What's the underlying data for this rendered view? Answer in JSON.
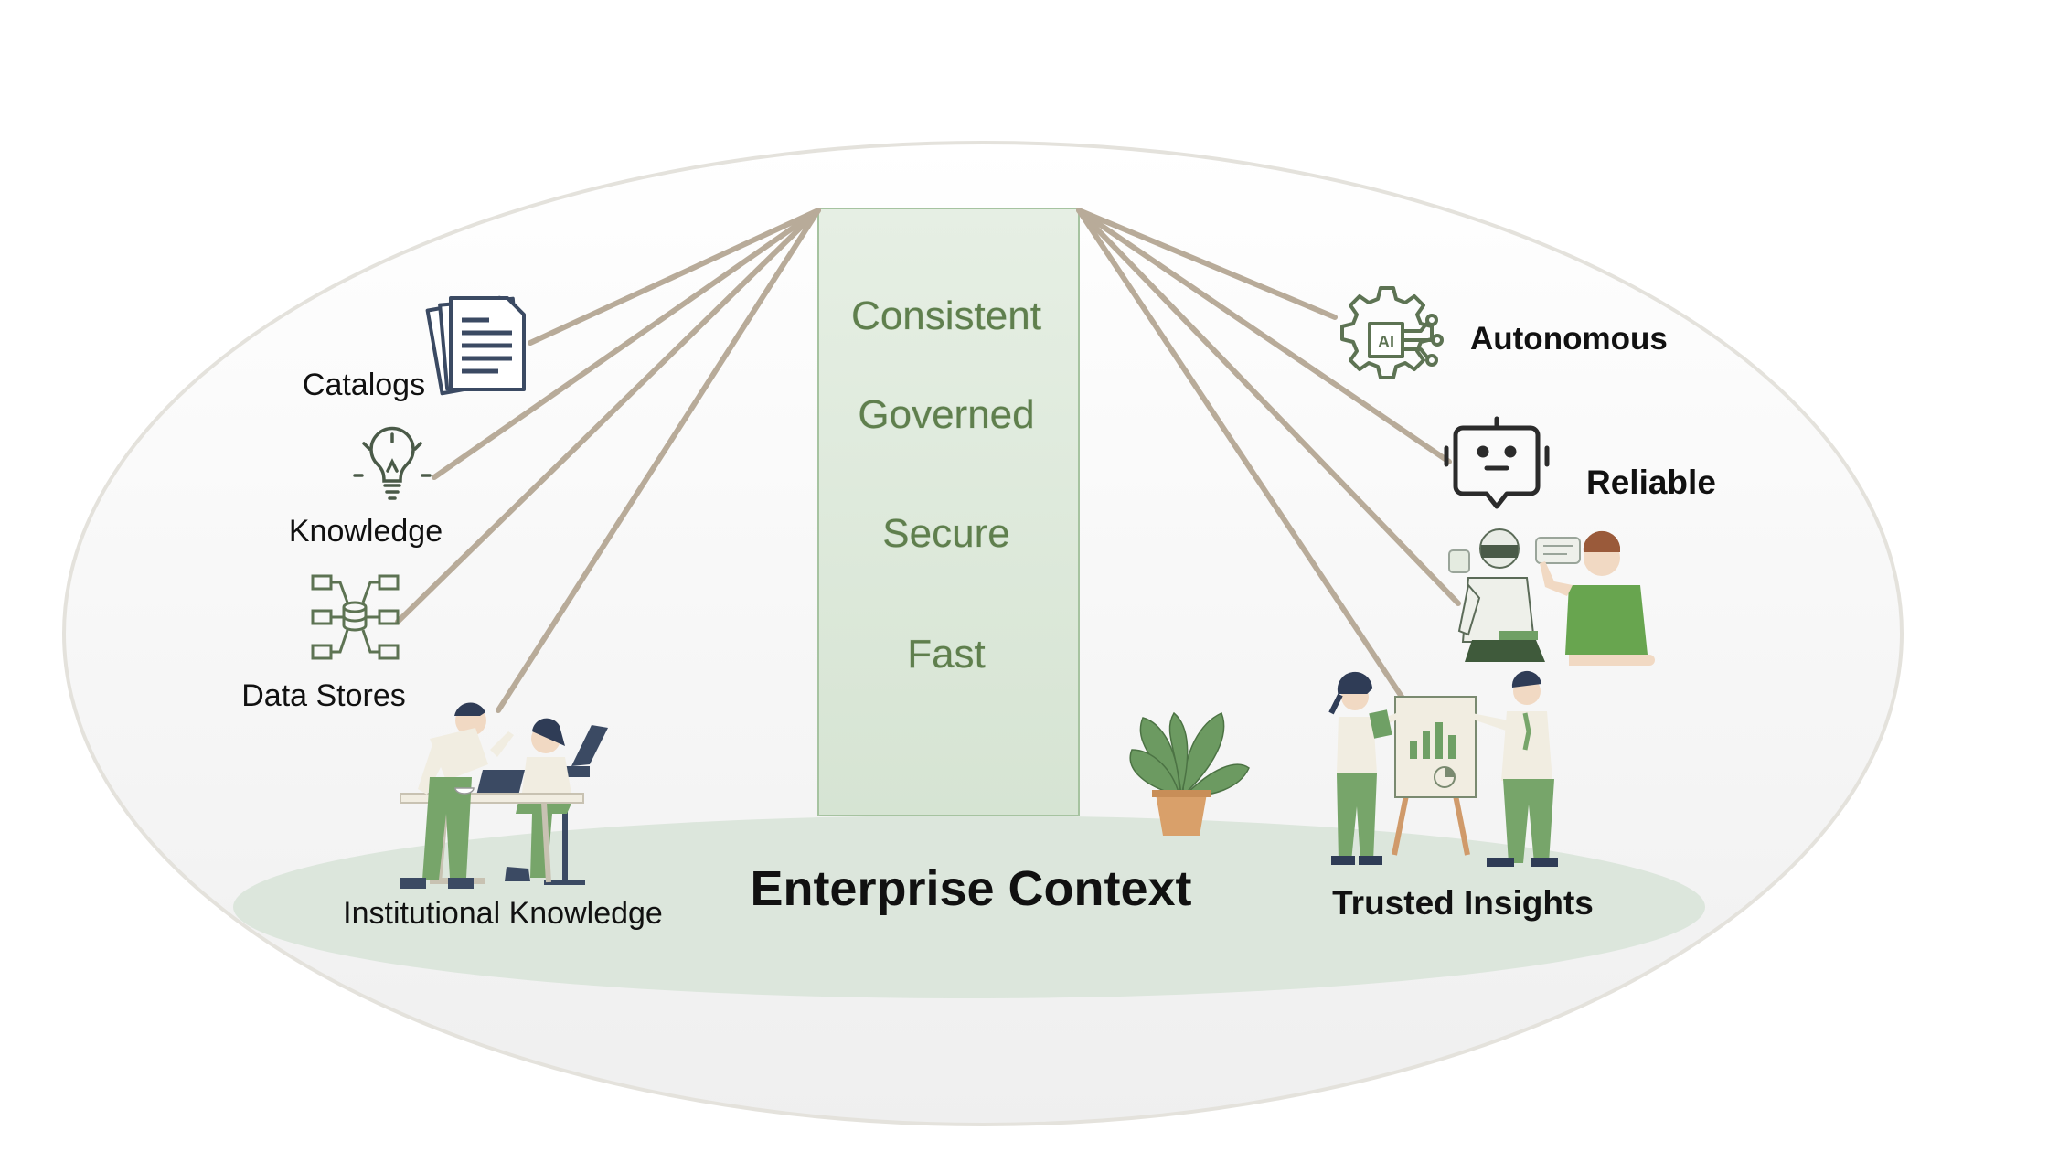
{
  "center": {
    "qualities": [
      "Consistent",
      "Governed",
      "Secure",
      "Fast"
    ],
    "title": "Enterprise Context"
  },
  "inputs": {
    "catalogs": "Catalogs",
    "knowledge": "Knowledge",
    "data_stores": "Data Stores",
    "institutional": "Institutional Knowledge"
  },
  "outputs": {
    "autonomous": "Autonomous",
    "reliable": "Reliable",
    "trusted": "Trusted Insights"
  },
  "icons": {
    "catalogs": "documents-icon",
    "knowledge": "lightbulb-icon",
    "data_stores": "database-network-icon",
    "autonomous": "ai-gear-icon",
    "reliable": "robot-chat-icon"
  },
  "colors": {
    "pillar_fill": "#dfeadc",
    "pillar_stroke": "#a6c3a0",
    "ground": "#dce6dc",
    "connector": "#b7aa98",
    "accent_green": "#6fa065",
    "icon_dark": "#3b4a63"
  }
}
